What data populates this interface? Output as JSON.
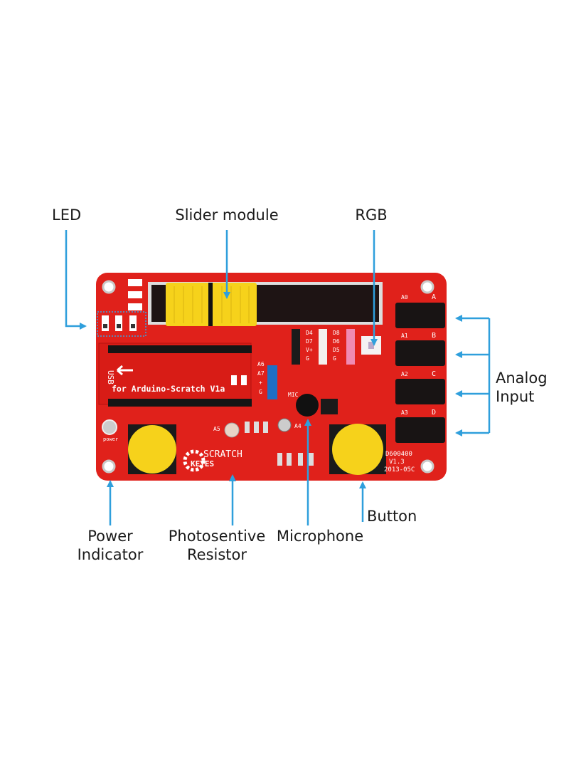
{
  "labels": {
    "led": "LED",
    "slider": "Slider module",
    "rgb": "RGB",
    "analog_line1": "Analog",
    "analog_line2": "Input",
    "power_line1": "Power",
    "power_line2": "Indicator",
    "photo_line1": "Photosentive",
    "photo_line2": "Resistor",
    "microphone": "Microphone",
    "button": "Button"
  },
  "board_silkscreen": {
    "usb": "USB",
    "board_name": "for Arduino-Scratch V1a",
    "brand1": "SCRATCH",
    "brand2": "KEYES",
    "mic": "MIC",
    "model": "D600400",
    "version": "V1.3",
    "date": "2013-05C",
    "jack_a": "A",
    "jack_b": "B",
    "jack_c": "C",
    "jack_d": "D",
    "a0": "A0",
    "a1": "A1",
    "a2": "A2",
    "a3": "A3",
    "a6": "A6",
    "a7": "A7",
    "plus": "+",
    "g": "G",
    "a5": "A5",
    "a4": "A4",
    "d4": "D4",
    "d7": "D7",
    "vplus": "V+",
    "g2": "G",
    "d8": "D8",
    "d6": "D6",
    "d5": "D5",
    "g3": "G",
    "power": "power"
  },
  "colors": {
    "arrow": "#2f9fdc",
    "board": "#e0211b",
    "knob": "#f6d21b"
  }
}
